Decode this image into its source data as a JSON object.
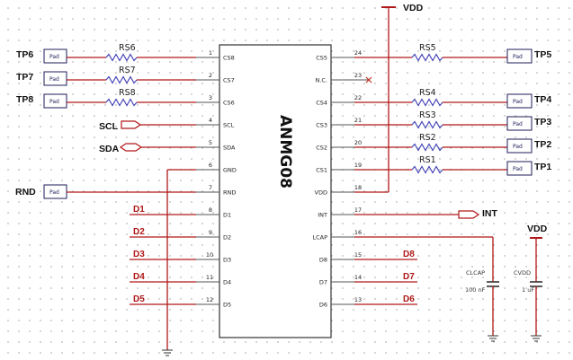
{
  "chip": {
    "name": "ANMG08"
  },
  "left_pins": [
    {
      "num": "1",
      "name": "CS8"
    },
    {
      "num": "2",
      "name": "CS7"
    },
    {
      "num": "3",
      "name": "CS6"
    },
    {
      "num": "4",
      "name": "SCL"
    },
    {
      "num": "5",
      "name": "SDA"
    },
    {
      "num": "6",
      "name": "GND"
    },
    {
      "num": "7",
      "name": "RND"
    },
    {
      "num": "8",
      "name": "D1"
    },
    {
      "num": "9",
      "name": "D2"
    },
    {
      "num": "10",
      "name": "D3"
    },
    {
      "num": "11",
      "name": "D4"
    },
    {
      "num": "12",
      "name": "D5"
    }
  ],
  "right_pins": [
    {
      "num": "24",
      "name": "CS5"
    },
    {
      "num": "23",
      "name": "N.C."
    },
    {
      "num": "22",
      "name": "CS4"
    },
    {
      "num": "21",
      "name": "CS3"
    },
    {
      "num": "20",
      "name": "CS2"
    },
    {
      "num": "19",
      "name": "CS1"
    },
    {
      "num": "18",
      "name": "VDD"
    },
    {
      "num": "17",
      "name": "INT"
    },
    {
      "num": "16",
      "name": "LCAP"
    },
    {
      "num": "15",
      "name": "D8"
    },
    {
      "num": "14",
      "name": "D7"
    },
    {
      "num": "13",
      "name": "D6"
    }
  ],
  "pad_label": "Pad",
  "tp_left": [
    "TP6",
    "TP7",
    "TP8"
  ],
  "rs_left": [
    "RS6",
    "RS7",
    "RS8"
  ],
  "tp_right": [
    "TP5",
    "TP4",
    "TP3",
    "TP2",
    "TP1"
  ],
  "rs_right": [
    "RS5",
    "RS4",
    "RS3",
    "RS2",
    "RS1"
  ],
  "nets": {
    "scl": "SCL",
    "sda": "SDA",
    "rnd": "RND",
    "int": "INT",
    "vdd_top": "VDD",
    "vdd_right": "VDD"
  },
  "d_left": [
    "D1",
    "D2",
    "D3",
    "D4",
    "D5"
  ],
  "d_right": [
    "D8",
    "D7",
    "D6"
  ],
  "clcap": {
    "ref": "CLCAP",
    "value": "100 nF"
  },
  "cvdd": {
    "ref": "CVDD",
    "value": "1 uF"
  }
}
